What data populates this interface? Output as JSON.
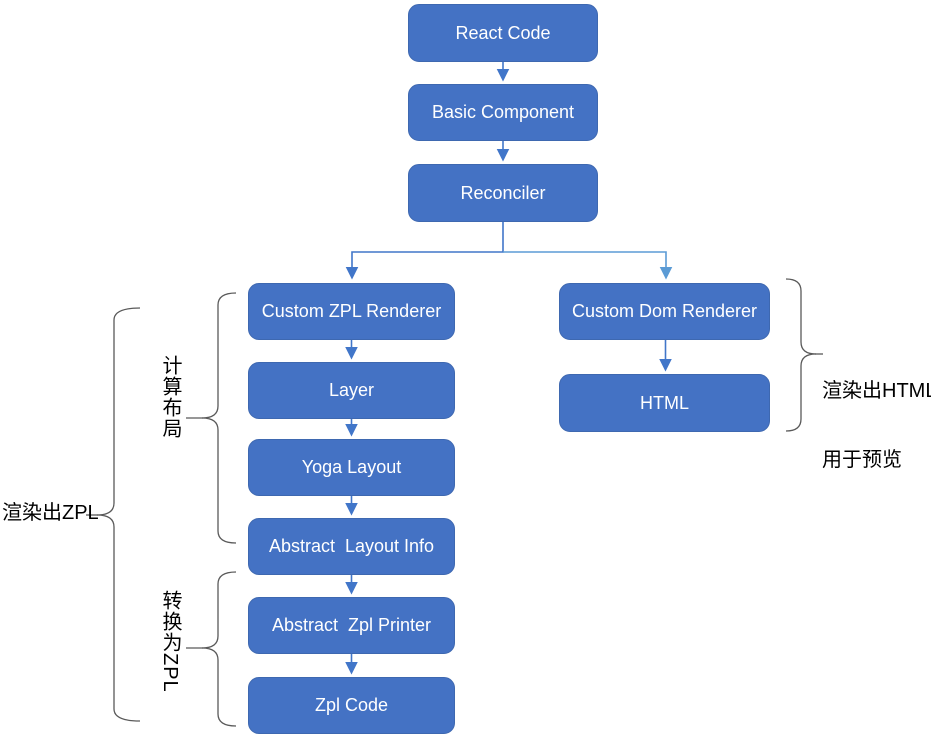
{
  "colors": {
    "node_fill": "#4472C4",
    "node_border": "#3E68B0",
    "node_text": "#FFFFFF",
    "arrow": "#4176C9",
    "branch_light": "#5B9BD5",
    "brace": "#595959",
    "label_text": "#000000",
    "page_bg": "#FFFFFF"
  },
  "nodes": {
    "react_code": {
      "label": "React Code"
    },
    "basic_component": {
      "label": "Basic Component"
    },
    "reconciler": {
      "label": "Reconciler"
    },
    "custom_zpl_renderer": {
      "label": "Custom ZPL Renderer"
    },
    "layer": {
      "label": "Layer"
    },
    "yoga_layout": {
      "label": "Yoga Layout"
    },
    "abstract_layout_info": {
      "label": "Abstract  Layout Info"
    },
    "abstract_zpl_printer": {
      "label": "Abstract  Zpl Printer"
    },
    "zpl_code": {
      "label": "Zpl Code"
    },
    "custom_dom_renderer": {
      "label": "Custom Dom Renderer"
    },
    "html": {
      "label": "HTML"
    }
  },
  "annotations": {
    "render_zpl": {
      "label": "渲染出ZPL"
    },
    "calc_layout": {
      "label": "计算布局"
    },
    "convert_zpl": {
      "label": "转换为ZPL"
    },
    "render_html": {
      "line1": "渲染出HTML",
      "line2": "用于预览"
    }
  },
  "edges": [
    {
      "from": "react_code",
      "to": "basic_component"
    },
    {
      "from": "basic_component",
      "to": "reconciler"
    },
    {
      "from": "reconciler",
      "to": "custom_zpl_renderer"
    },
    {
      "from": "reconciler",
      "to": "custom_dom_renderer"
    },
    {
      "from": "custom_zpl_renderer",
      "to": "layer"
    },
    {
      "from": "layer",
      "to": "yoga_layout"
    },
    {
      "from": "yoga_layout",
      "to": "abstract_layout_info"
    },
    {
      "from": "abstract_layout_info",
      "to": "abstract_zpl_printer"
    },
    {
      "from": "abstract_zpl_printer",
      "to": "zpl_code"
    },
    {
      "from": "custom_dom_renderer",
      "to": "html"
    }
  ],
  "groupings": [
    {
      "label_ref": "calc_layout",
      "covers": [
        "custom_zpl_renderer",
        "layer",
        "yoga_layout",
        "abstract_layout_info"
      ]
    },
    {
      "label_ref": "convert_zpl",
      "covers": [
        "abstract_zpl_printer",
        "zpl_code"
      ]
    },
    {
      "label_ref": "render_zpl",
      "covers": [
        "custom_zpl_renderer",
        "layer",
        "yoga_layout",
        "abstract_layout_info",
        "abstract_zpl_printer",
        "zpl_code"
      ]
    },
    {
      "label_ref": "render_html",
      "covers": [
        "custom_dom_renderer",
        "html"
      ]
    }
  ]
}
